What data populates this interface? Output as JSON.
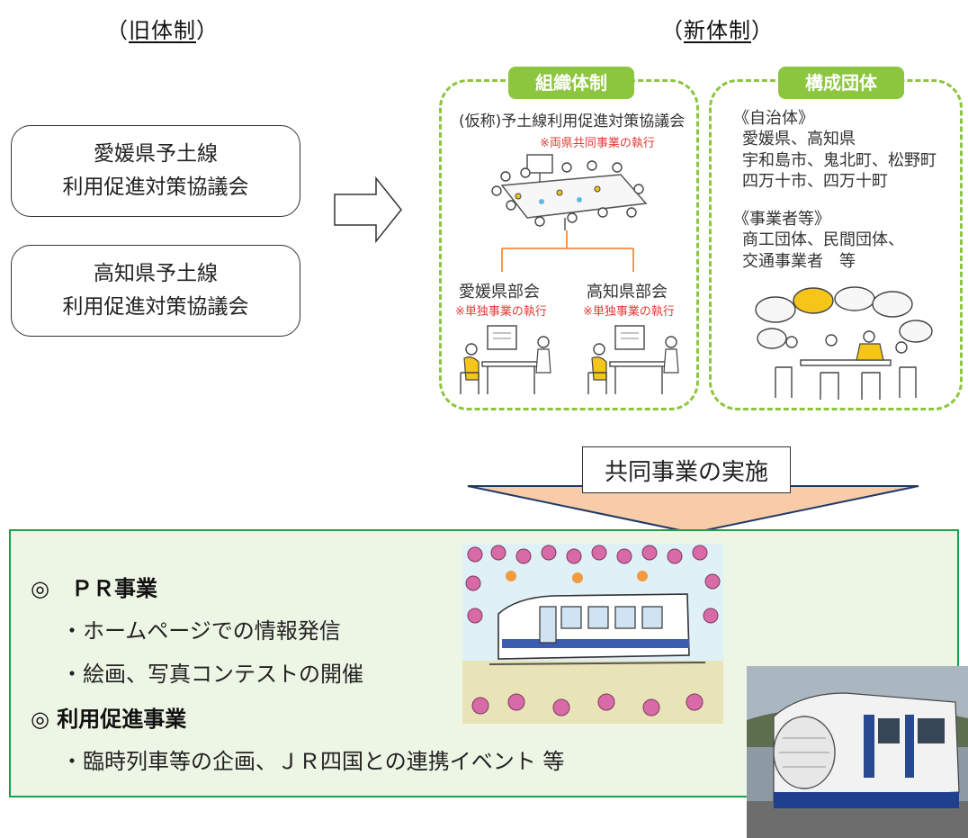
{
  "headings": {
    "old": "（旧体制）",
    "old_inner": "旧体制",
    "new": "（新体制）",
    "new_inner": "新体制"
  },
  "old_system": [
    {
      "line1": "愛媛県予土線",
      "line2": "利用促進対策協議会"
    },
    {
      "line1": "高知県予土線",
      "line2": "利用促進対策協議会"
    }
  ],
  "org_panel": {
    "title": "組織体制",
    "council": "(仮称)予土線利用促進対策協議会",
    "council_note": "※両県共同事業の執行",
    "subcommittees": [
      {
        "name": "愛媛県部会",
        "note": "※単独事業の執行"
      },
      {
        "name": "高知県部会",
        "note": "※単独事業の執行"
      }
    ]
  },
  "members_panel": {
    "title": "構成団体",
    "groups": [
      {
        "label": "《自治体》",
        "lines": [
          "愛媛県、高知県",
          "宇和島市、鬼北町、松野町",
          "四万十市、四万十町"
        ]
      },
      {
        "label": "《事業者等》",
        "lines": [
          "商工団体、民間団体、",
          "交通事業者　等"
        ]
      }
    ]
  },
  "joint_label": "共同事業の実施",
  "activities": {
    "pr_title": "◎　ＰＲ事業",
    "pr_items": [
      "・ホームページでの情報発信",
      "・絵画、写真コンテストの開催"
    ],
    "use_title": "◎ 利用促進事業",
    "use_items": [
      "・臨時列車等の企画、ＪＲ四国との連携イベント 等"
    ]
  },
  "colors": {
    "panel_green": "#8cc63f",
    "box_border_green": "#1aa34a",
    "box_fill": "#edf6e5",
    "arrow_fill": "#f8cba9",
    "note_red": "#e53935",
    "org_line_orange": "#f08c3c"
  }
}
